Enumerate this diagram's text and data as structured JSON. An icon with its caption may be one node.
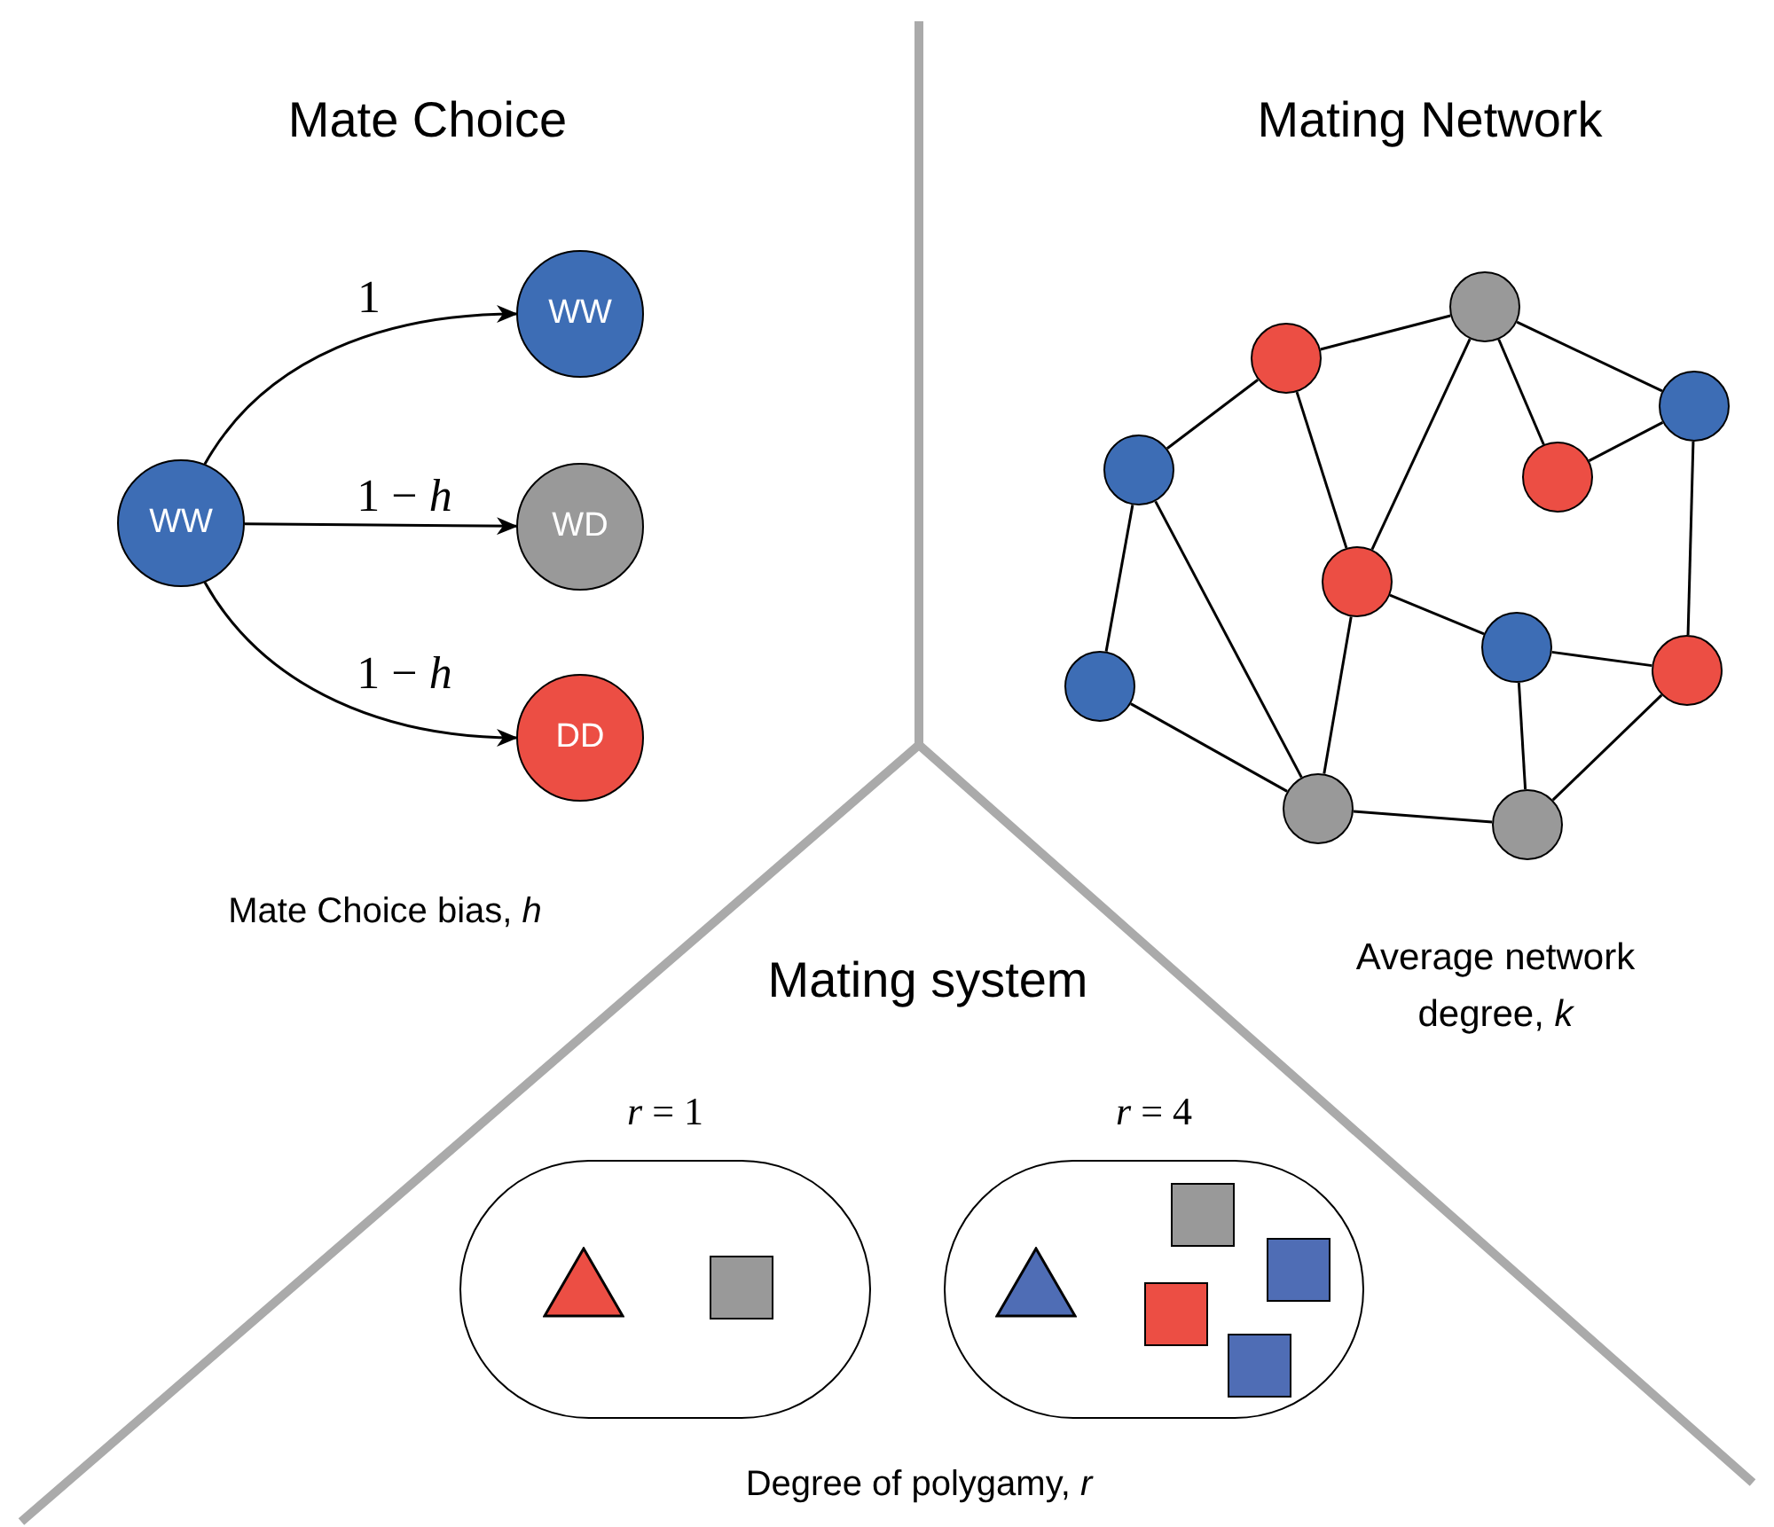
{
  "diagram": {
    "nodes": [
      {
        "text": [
          "WW"
        ]
      },
      {
        "text": [
          "WW"
        ]
      },
      {
        "text": [
          "WD"
        ]
      },
      {
        "text": [
          "DD"
        ]
      },
      {
        "text": [],
        "shape": "circle"
      },
      {
        "text": [],
        "shape": "circle"
      },
      {
        "text": [],
        "shape": "circle"
      },
      {
        "text": [],
        "shape": "circle"
      },
      {
        "text": [],
        "shape": "circle"
      },
      {
        "text": [],
        "shape": "circle"
      },
      {
        "text": [],
        "shape": "circle"
      },
      {
        "text": [],
        "shape": "circle"
      },
      {
        "text": [],
        "shape": "circle"
      },
      {
        "text": [],
        "shape": "circle"
      },
      {
        "text": [],
        "shape": "circle"
      },
      {
        "text": [],
        "shape": "box",
        "beside": [
          "*r* = 1"
        ]
      },
      {
        "text": [],
        "shape": "triangle",
        "in": 15
      },
      {
        "text": [],
        "shape": "box",
        "in": 15
      },
      {
        "text": [],
        "shape": "box",
        "beside": [
          "*r* = 4"
        ]
      },
      {
        "text": [],
        "shape": "triangle",
        "in": 18
      },
      {
        "text": [],
        "shape": "box",
        "in": 18
      },
      {
        "text": [],
        "shape": "box",
        "in": 18
      },
      {
        "text": [],
        "shape": "box",
        "in": 18
      },
      {
        "text": [],
        "shape": "box",
        "in": 18
      }
    ],
    "edges": [
      {
        "from": 0,
        "to": 1,
        "arrow": "to",
        "label": "1"
      },
      {
        "from": 0,
        "to": 2,
        "arrow": "to",
        "label": "1 − *h*"
      },
      {
        "from": 0,
        "to": 3,
        "arrow": "to",
        "label": "1 − *h*"
      },
      {
        "from": 5,
        "to": 4,
        "arrow": "none"
      },
      {
        "from": 4,
        "to": 6,
        "arrow": "none"
      },
      {
        "from": 4,
        "to": 8,
        "arrow": "none"
      },
      {
        "from": 4,
        "to": 9,
        "arrow": "none"
      },
      {
        "from": 5,
        "to": 7,
        "arrow": "none"
      },
      {
        "from": 5,
        "to": 9,
        "arrow": "none"
      },
      {
        "from": 8,
        "to": 6,
        "arrow": "none"
      },
      {
        "from": 6,
        "to": 11,
        "arrow": "none"
      },
      {
        "from": 7,
        "to": 12,
        "arrow": "none"
      },
      {
        "from": 7,
        "to": 13,
        "arrow": "none"
      },
      {
        "from": 12,
        "to": 13,
        "arrow": "none"
      },
      {
        "from": 9,
        "to": 13,
        "arrow": "none"
      },
      {
        "from": 9,
        "to": 10,
        "arrow": "none"
      },
      {
        "from": 10,
        "to": 11,
        "arrow": "none"
      },
      {
        "from": 10,
        "to": 14,
        "arrow": "none"
      },
      {
        "from": 13,
        "to": 14,
        "arrow": "none"
      },
      {
        "from": 11,
        "to": 14,
        "arrow": "none"
      }
    ],
    "labels": [
      "Mate Choice",
      "Mating Network",
      "Mate Choice bias, *h*",
      "Mating system",
      "Average network degree, *k*",
      "Degree of polygamy, *r*"
    ]
  }
}
